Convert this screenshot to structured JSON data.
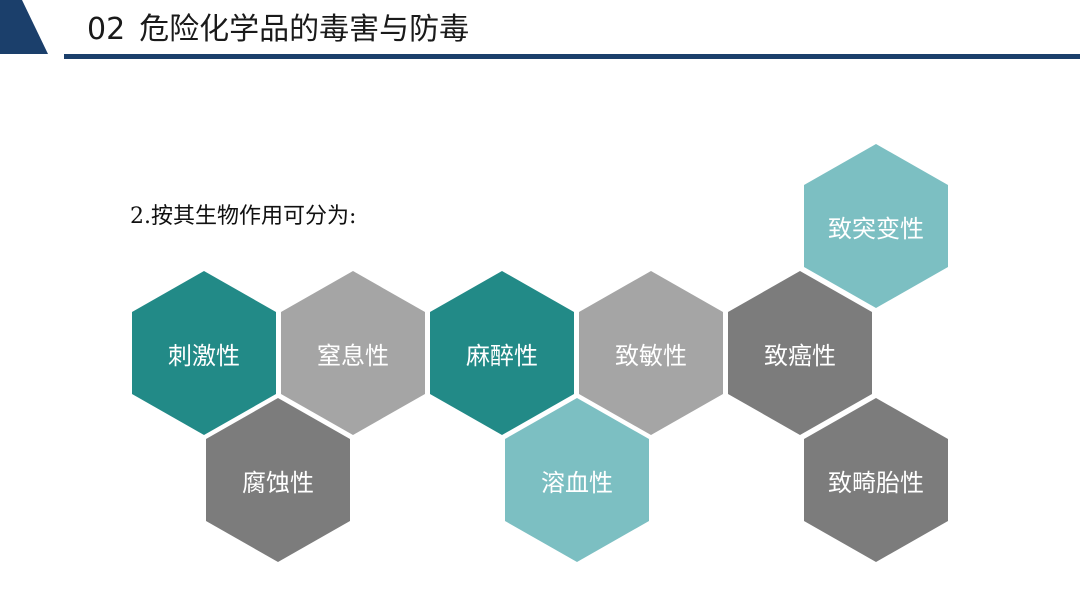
{
  "header": {
    "number": "02",
    "title": "危险化学品的毒害与防毒"
  },
  "subtitle": "2.按其生物作用可分为:",
  "categories": [
    {
      "label": "刺激性",
      "color": "teal-dark"
    },
    {
      "label": "窒息性",
      "color": "gray-light"
    },
    {
      "label": "麻醉性",
      "color": "teal-dark"
    },
    {
      "label": "致敏性",
      "color": "gray-light"
    },
    {
      "label": "致癌性",
      "color": "gray-dark"
    },
    {
      "label": "致突变性",
      "color": "teal-light"
    },
    {
      "label": "腐蚀性",
      "color": "gray-dark"
    },
    {
      "label": "溶血性",
      "color": "teal-light"
    },
    {
      "label": "致畸胎性",
      "color": "gray-dark"
    }
  ],
  "colors": {
    "navy": "#1b3f6b",
    "teal-dark": "#228a87",
    "teal-light": "#7cbfc2",
    "gray-light": "#a5a5a5",
    "gray-dark": "#7c7c7c"
  }
}
